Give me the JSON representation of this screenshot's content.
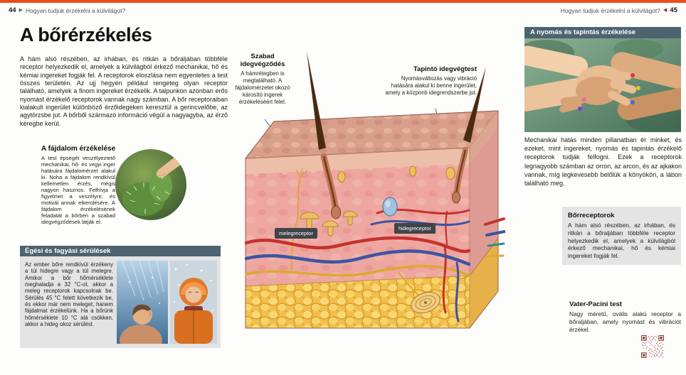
{
  "colors": {
    "accent_orange": "#e94e1b",
    "section_bar": "#4d6370",
    "box_gray": "#e4e4e4",
    "label_chip": "#3f4448",
    "marker_green": "#3f7a3a",
    "marker_red": "#8e2a2a"
  },
  "header": {
    "left_page_number": "44",
    "left_title": "Hogyan tudjuk érzékelni a külvilágot?",
    "right_title": "Hogyan tudjuk érzékelni a külvilágot?",
    "right_page_number": "45"
  },
  "article": {
    "title": "A bőrérzékelés",
    "intro": "A hám alsó részében, az irhában, és ritkán a bőraljában többféle receptor helyezkedik el, amelyek a külvilágból érkező mechanikai, hő és kémiai ingereket fogják fel. A receptorok eloszlása nem egyenletes a test összes területén. Az ujj hegyén például rengeteg olyan receptor található, amelyek a finom ingereket érzékelik. A talpunkon azonban erős nyomást érzékelő receptorok vannak nagy számban. A bőr receptoraiban kialakult ingerület különböző érzőidegeken keresztül a gerincvelőbe, az agytörzsbe jut. A bőrből származó információ végül a nagyagyba, az érző kéregbe kerül."
  },
  "pain": {
    "title": "A fájdalom érzékelése",
    "body": "A test épségét veszélyeztető mechanikai, hő- és vegyi inger hatására fájdalomérzet alakul ki. Noha a fájdalom rendkívül kellemetlen érzés, mégis nagyon hasznos. Felhívja a figyelmet a veszélyre, és motivál annak elkerülésére. A fájdalom érzékelésének feladatát a bőrben a szabad idegvégződések látják el."
  },
  "burns": {
    "title": "Égési és fagyási sérülések",
    "body": "Az ember bőre rendkívül érzékeny a túl hidegre vagy a túl melegre. Amikor a bőr hőmérséklete meghaladja a 32 °C-ot, akkor a meleg receptorok kapcsolnak be. Sérülés 45 °C felett következik be, és ekkor már nem meleget, hanem fájdalmat érzékelünk. Ha a bőrünk hőmérséklete 10 °C alá csökken, akkor a hideg okoz sérülést."
  },
  "diagram": {
    "free_nerve_title": "Szabad idegvégződés",
    "free_nerve_body": "A hámrétegben is megtalálható. A fájdalomérzetet okozó károsító ingerek érzékeléséért felel.",
    "touch_title": "Tapintó idegvégtest",
    "touch_body": "Nyomásváltozás vagy vibráció hatására alakul ki benne ingerület, amely a központi idegrendszerbe jut.",
    "warm_label": "melegreceptor",
    "cold_label": "hidegreceptor"
  },
  "pressure": {
    "title": "A nyomás és tapintás érzékelése",
    "body": "Mechanikai hatás minden pillanatban ér minket, és ezeket, mint ingereket, nyomás és tapintás érzékelő receptorok tudják felfogni. Ezek a receptorok legnagyobb számban az orron, az arcon, és az ajkakon vannak, míg legkevesebb belőlük a könyökön, a lábon található meg."
  },
  "receptors": {
    "title": "Bőrreceptorok",
    "body": "A hám alsó részében, az irhában, és ritkán a bőraljában többféle receptor helyezkedik el, amelyek a külvilágból érkező mechanikai, hő és kémiai ingereket fogják fel."
  },
  "vater": {
    "title": "Vater-Pacini test",
    "body": "Nagy méretű, ovális alakú receptor a bőraljában, amely nyomást és vibrációt érzékel."
  }
}
